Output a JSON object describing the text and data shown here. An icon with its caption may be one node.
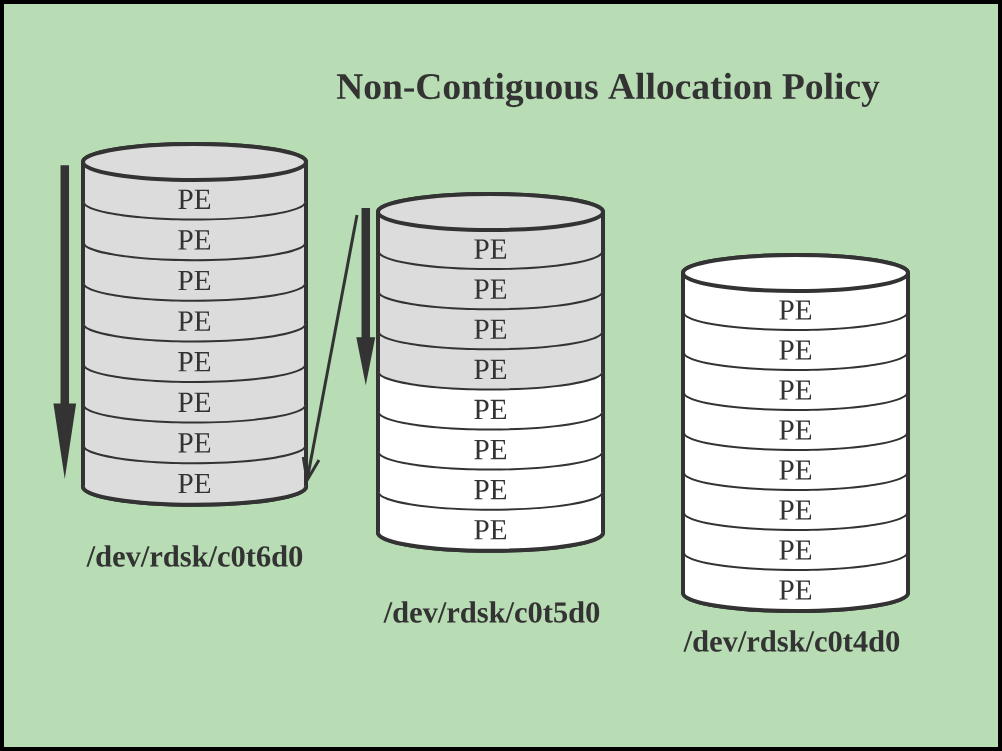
{
  "diagram": {
    "title": "Non-Contiguous Allocation Policy",
    "nodes": [
      {
        "text": [],
        "shape": "cylinder",
        "beside": [
          "/dev/rdsk/c0t6d0"
        ]
      },
      {
        "text": [
          "PE"
        ],
        "in": 0
      },
      {
        "text": [
          "PE"
        ],
        "in": 0
      },
      {
        "text": [
          "PE"
        ],
        "in": 0
      },
      {
        "text": [
          "PE"
        ],
        "in": 0
      },
      {
        "text": [
          "PE"
        ],
        "in": 0
      },
      {
        "text": [
          "PE"
        ],
        "in": 0
      },
      {
        "text": [
          "PE"
        ],
        "in": 0
      },
      {
        "text": [
          "PE"
        ],
        "in": 0
      },
      {
        "text": [],
        "shape": "cylinder",
        "beside": [
          "/dev/rdsk/c0t5d0"
        ]
      },
      {
        "text": [
          "PE"
        ],
        "in": 9
      },
      {
        "text": [
          "PE"
        ],
        "in": 9
      },
      {
        "text": [
          "PE"
        ],
        "in": 9
      },
      {
        "text": [
          "PE"
        ],
        "in": 9
      },
      {
        "text": [
          "PE"
        ],
        "in": 9
      },
      {
        "text": [
          "PE"
        ],
        "in": 9
      },
      {
        "text": [
          "PE"
        ],
        "in": 9
      },
      {
        "text": [
          "PE"
        ],
        "in": 9
      },
      {
        "text": [],
        "shape": "cylinder",
        "beside": [
          "/dev/rdsk/c0t4d0"
        ]
      },
      {
        "text": [
          "PE"
        ],
        "in": 18
      },
      {
        "text": [
          "PE"
        ],
        "in": 18
      },
      {
        "text": [
          "PE"
        ],
        "in": 18
      },
      {
        "text": [
          "PE"
        ],
        "in": 18
      },
      {
        "text": [
          "PE"
        ],
        "in": 18
      },
      {
        "text": [
          "PE"
        ],
        "in": 18
      },
      {
        "text": [
          "PE"
        ],
        "in": 18
      },
      {
        "text": [
          "PE"
        ],
        "in": 18
      }
    ],
    "edges": [
      {
        "from": 1,
        "to": 8,
        "arrow": "to"
      },
      {
        "from": null,
        "to": 8,
        "arrow": "to"
      },
      {
        "from": 10,
        "to": 13,
        "arrow": "to"
      }
    ]
  }
}
